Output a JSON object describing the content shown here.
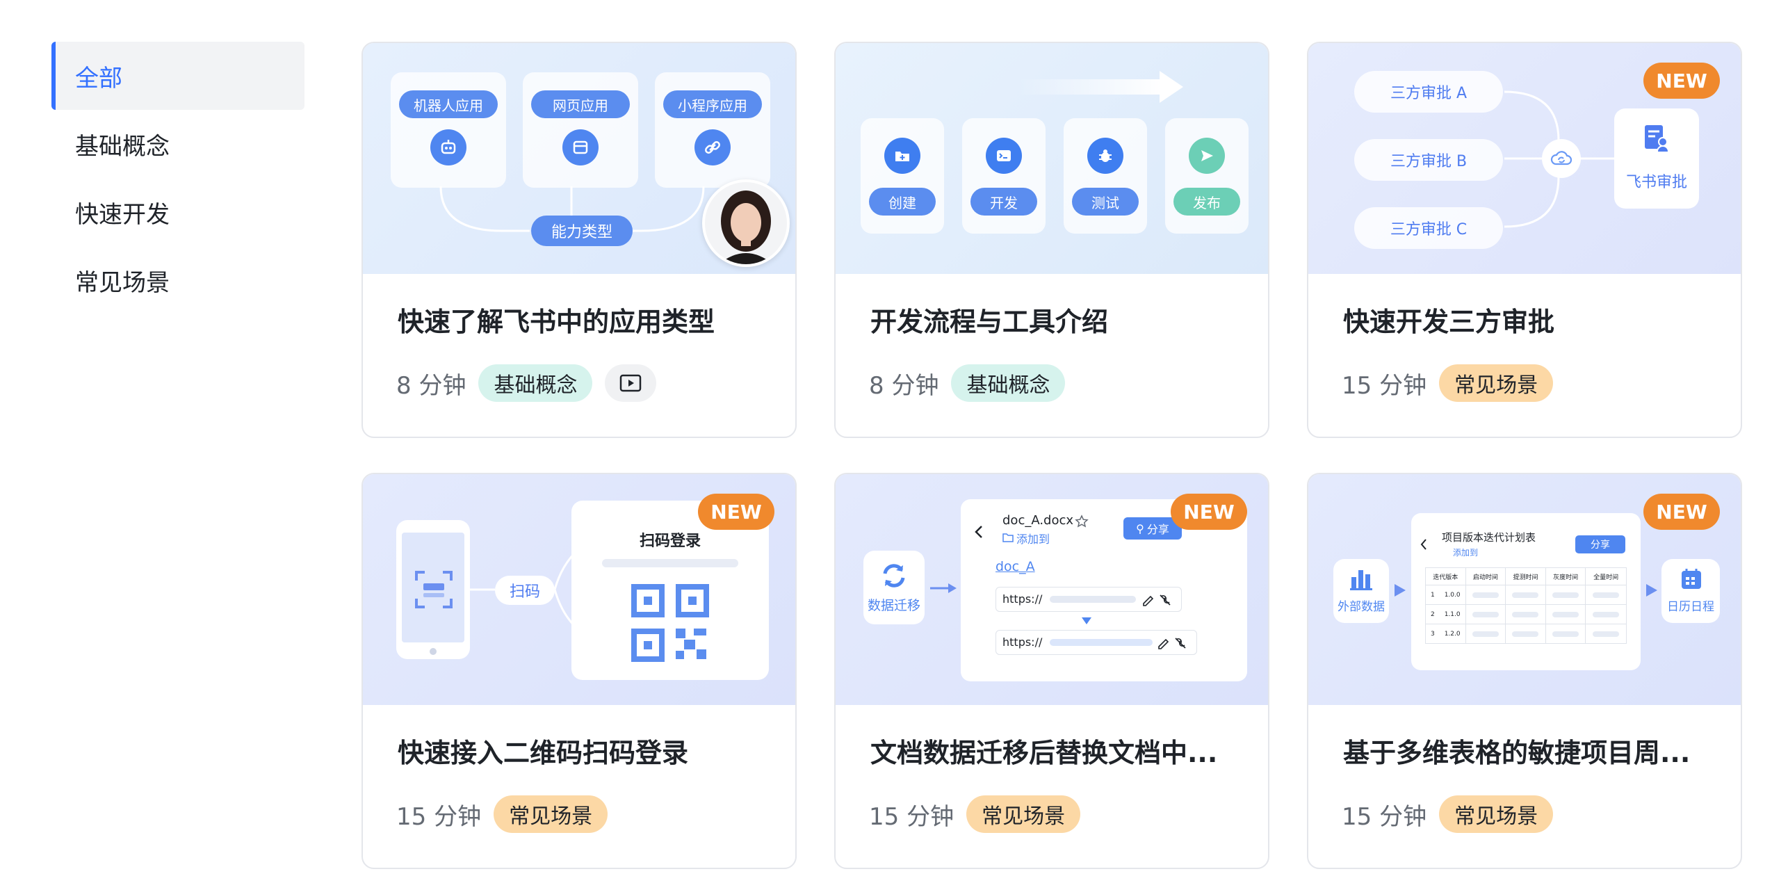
{
  "sidebar": {
    "items": [
      {
        "label": "全部"
      },
      {
        "label": "基础概念"
      },
      {
        "label": "快速开发"
      },
      {
        "label": "常见场景"
      }
    ]
  },
  "new_badge": "NEW",
  "cards": [
    {
      "title": "快速了解飞书中的应用类型",
      "duration": "8 分钟",
      "tag": "基础概念",
      "thumb": {
        "app_types": [
          "机器人应用",
          "网页应用",
          "小程序应用"
        ],
        "center_label": "能力类型"
      }
    },
    {
      "title": "开发流程与工具介绍",
      "duration": "8 分钟",
      "tag": "基础概念",
      "thumb": {
        "steps": [
          "创建",
          "开发",
          "测试",
          "发布"
        ]
      }
    },
    {
      "title": "快速开发三方审批",
      "duration": "15 分钟",
      "tag": "常见场景",
      "thumb": {
        "approvals": [
          "三方审批 A",
          "三方审批 B",
          "三方审批 C"
        ],
        "target": "飞书审批"
      }
    },
    {
      "title": "快速接入二维码扫码登录",
      "duration": "15 分钟",
      "tag": "常见场景",
      "thumb": {
        "scan": "扫码",
        "login": "扫码登录"
      }
    },
    {
      "title": "文档数据迁移后替换文档中...",
      "duration": "15 分钟",
      "tag": "常见场景",
      "thumb": {
        "migrate": "数据迁移",
        "doc_name": "doc_A.docx",
        "add_to": "添加到",
        "share": "分享",
        "link_text": "doc_A",
        "url1": "https://",
        "url2": "https://"
      }
    },
    {
      "title": "基于多维表格的敏捷项目周...",
      "duration": "15 分钟",
      "tag": "常见场景",
      "thumb": {
        "source": "外部数据",
        "sheet_title": "项目版本迭代计划表",
        "add_to": "添加到",
        "share": "分享",
        "target": "日历日程",
        "columns": [
          "迭代版本",
          "启动时间",
          "提测时间",
          "灰度时间",
          "全量时间"
        ],
        "rows": [
          [
            "1",
            "1.0.0"
          ],
          [
            "2",
            "1.1.0"
          ],
          [
            "3",
            "1.2.0"
          ]
        ]
      }
    }
  ]
}
